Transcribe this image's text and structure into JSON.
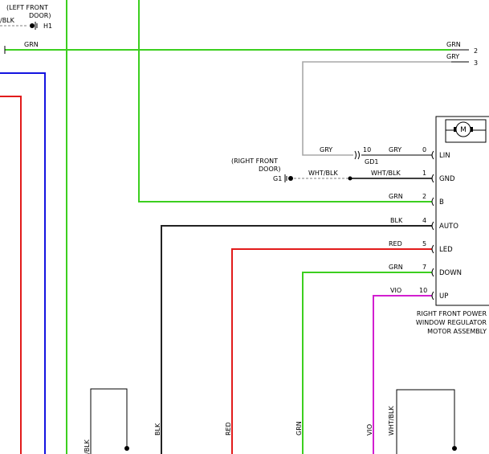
{
  "colors": {
    "GRN": "#3ccf1f",
    "GRY": "#a8a8a8",
    "BLK": "#222222",
    "RED": "#e21b1b",
    "VIO": "#d21fd0",
    "BLU": "#1414e0"
  },
  "top_left": {
    "header_line1": "(LEFT FRONT",
    "header_line2": "DOOR)",
    "ground_label": "H1",
    "wire_partial": "/BLK",
    "grn_label": "GRN"
  },
  "right_edge": {
    "grn_label": "GRN",
    "grn_pin": "2",
    "gry_label": "GRY",
    "gry_pin": "3"
  },
  "splice": {
    "left_label": "GRY",
    "pin": "10",
    "right_label": "GRY",
    "connector": "GD1"
  },
  "ground_rf": {
    "header_line1": "(RIGHT FRONT",
    "header_line2": "DOOR)",
    "ground_label": "G1",
    "left_label": "WHT/BLK",
    "right_label": "WHT/BLK"
  },
  "motor_label": "M",
  "terminals": [
    {
      "wire": "GRY",
      "pin": "0",
      "name": "LIN"
    },
    {
      "wire": "WHT/BLK",
      "pin": "1",
      "name": "GND"
    },
    {
      "wire": "GRN",
      "pin": "2",
      "name": "B"
    },
    {
      "wire": "BLK",
      "pin": "4",
      "name": "AUTO"
    },
    {
      "wire": "RED",
      "pin": "5",
      "name": "LED"
    },
    {
      "wire": "GRN",
      "pin": "7",
      "name": "DOWN"
    },
    {
      "wire": "VIO",
      "pin": "10",
      "name": "UP"
    }
  ],
  "component": {
    "line1": "RIGHT FRONT POWER",
    "line2": "WINDOW REGULATOR",
    "line3": "MOTOR ASSEMBLY"
  },
  "bottom_labels": {
    "wht_blk_left": "/BLK",
    "blk": "BLK",
    "red": "RED",
    "grn": "GRN",
    "vio": "VIO",
    "wht_blk_right": "WHT/BLK"
  }
}
